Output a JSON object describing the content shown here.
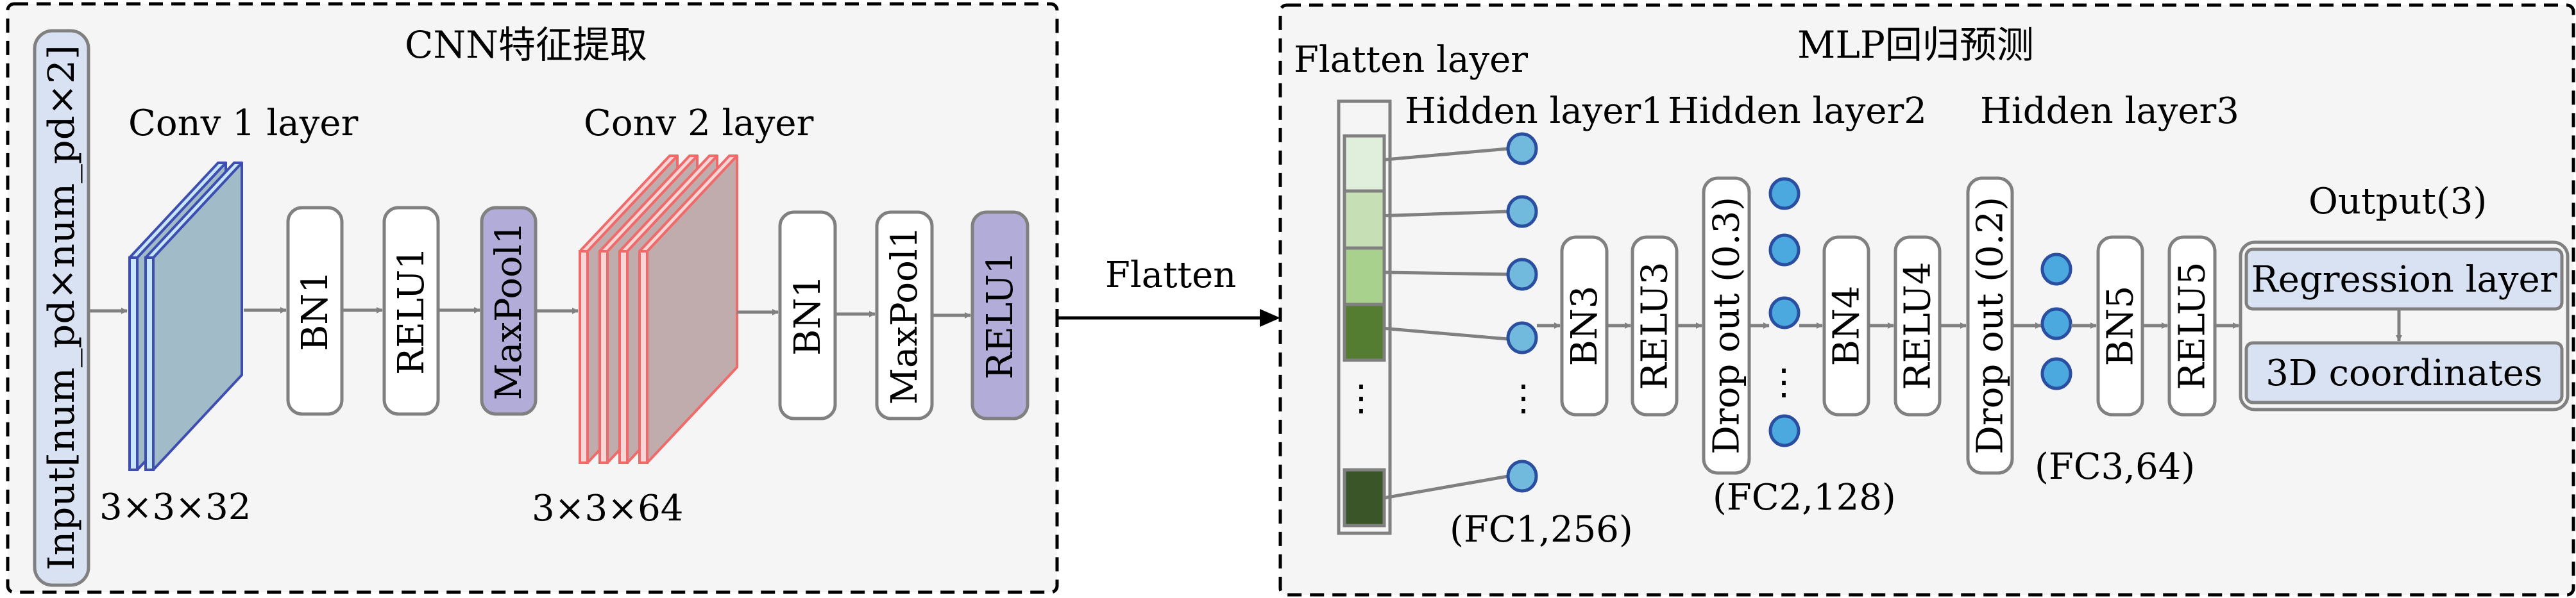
{
  "cnn": {
    "title": "CNN特征提取",
    "input_label": "Input[num_pd×num_pd×2]",
    "conv1": {
      "label": "Conv 1 layer",
      "size_label": "3×3×32",
      "plates": 2
    },
    "conv2": {
      "label": "Conv 2 layer",
      "size_label": "3×3×64",
      "plates": 4
    },
    "stage1_boxes": [
      {
        "label": "BN1",
        "kind": "plain"
      },
      {
        "label": "RELU1",
        "kind": "plain"
      },
      {
        "label": "MaxPool1",
        "kind": "highlight"
      }
    ],
    "stage2_boxes": [
      {
        "label": "BN1",
        "kind": "plain"
      },
      {
        "label": "MaxPool1",
        "kind": "plain"
      },
      {
        "label": "RELU1",
        "kind": "highlight"
      }
    ]
  },
  "flatten_arrow_label": "Flatten",
  "mlp": {
    "title": "MLP回归预测",
    "flatten_layer_label": "Flatten layer",
    "flatten_cells": [
      "#e0efdc",
      "#c6dfb5",
      "#a8d18e",
      "#557d32",
      "#3a5628"
    ],
    "hidden_layers": [
      {
        "label": "Hidden layer1",
        "fc_label": "(FC1,256)",
        "nodes_shown": 5
      },
      {
        "label": "Hidden layer2",
        "fc_label": "(FC2,128)",
        "nodes_shown": 4
      },
      {
        "label": "Hidden layer3",
        "fc_label": "(FC3,64)",
        "nodes_shown": 3
      }
    ],
    "ellipsis": "⋮",
    "blocks": {
      "bn3": "BN3",
      "relu3": "RELU3",
      "dropout1": "Drop out (0.3)",
      "bn4": "BN4",
      "relu4": "RELU4",
      "dropout2": "Drop out (0.2)",
      "bn5": "BN5",
      "relu5": "RELU5"
    },
    "output": {
      "label": "Output(3)",
      "regression": "Regression layer",
      "coords": "3D coordinates"
    }
  },
  "colors": {
    "panel_bg": "#f5f5f5",
    "box_stroke": "#808080",
    "input_fill": "#d9e2f3",
    "highlight_fill": "#b2acd8",
    "conv1_stroke": "#3d4db0",
    "conv1_face": "#a1bbc9",
    "conv1_edge": "#c8e6fa",
    "conv2_stroke": "#f06a6a",
    "conv2_face": "#c0acac",
    "conv2_edge": "#f6d6d6",
    "node_fc1": "#72b9de",
    "node_fc": "#4ba9e0",
    "node_stroke": "#2b4fa0"
  }
}
